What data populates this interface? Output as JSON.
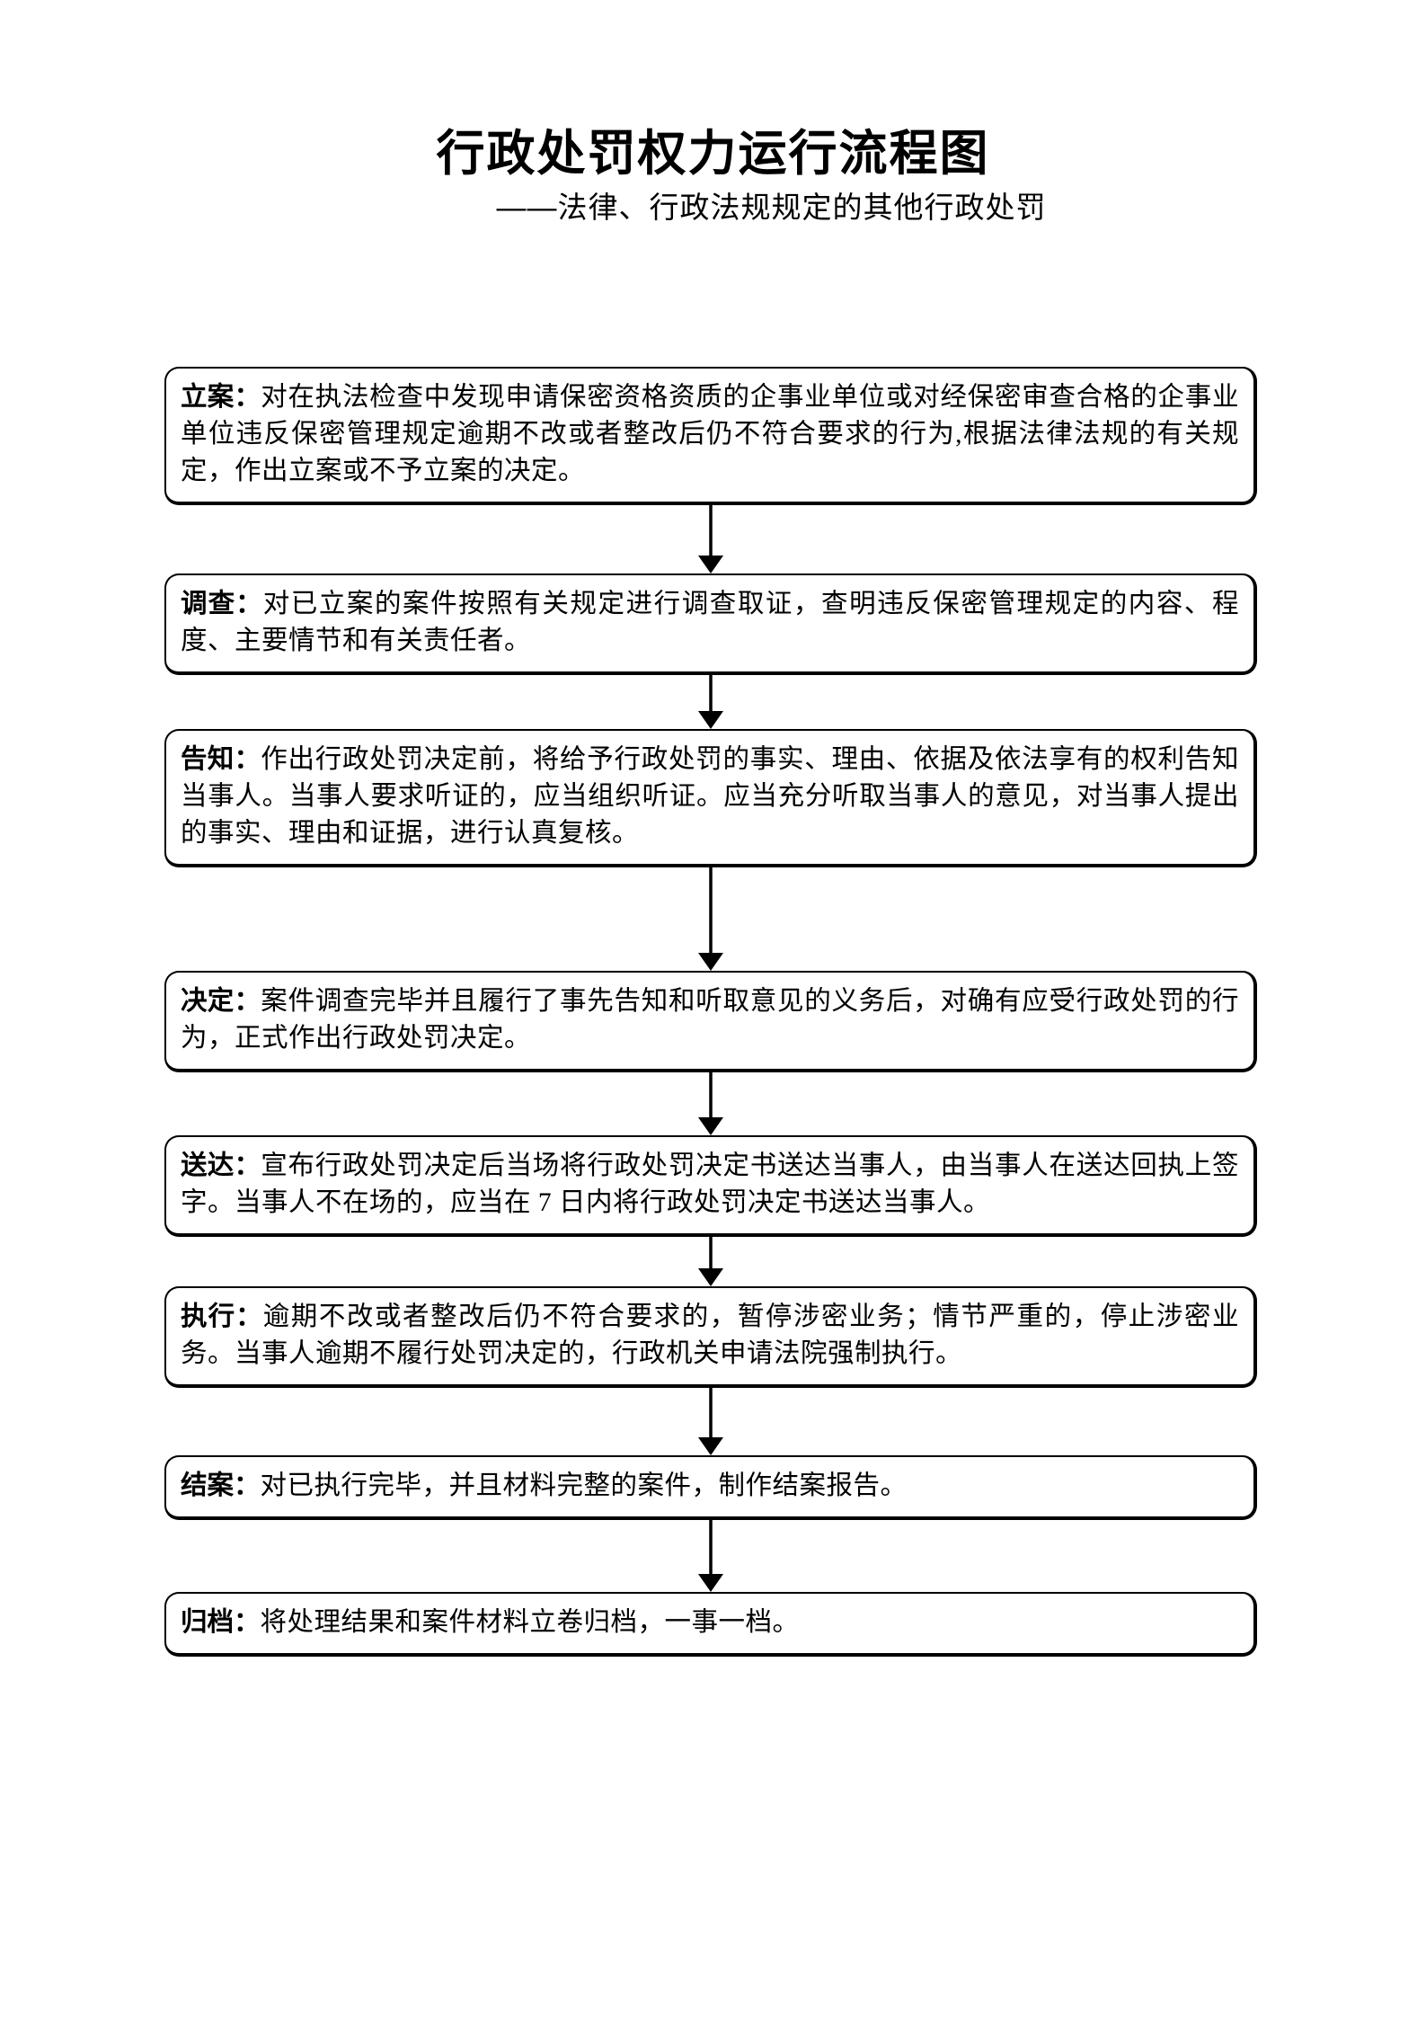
{
  "document": {
    "title": "行政处罚权力运行流程图",
    "subtitle": "——法律、行政法规规定的其他行政处罚"
  },
  "flow": {
    "orientation": "vertical",
    "arrow_color": "#000000",
    "box_border_color": "#000000",
    "background_color": "#ffffff",
    "steps": [
      {
        "label": "立案",
        "separator": "：",
        "body": "对在执法检查中发现申请保密资格资质的企事业单位或对经保密审查合格的企事业单位违反保密管理规定逾期不改或者整改后仍不符合要求的行为,根据法律法规的有关规定，作出立案或不予立案的决定。"
      },
      {
        "label": "调查",
        "separator": "：",
        "body": "对已立案的案件按照有关规定进行调查取证，查明违反保密管理规定的内容、程度、主要情节和有关责任者。"
      },
      {
        "label": "告知",
        "separator": "：",
        "body": "作出行政处罚决定前，将给予行政处罚的事实、理由、依据及依法享有的权利告知当事人。当事人要求听证的，应当组织听证。应当充分听取当事人的意见，对当事人提出的事实、理由和证据，进行认真复核。"
      },
      {
        "label": "决定",
        "separator": "：",
        "body": "案件调查完毕并且履行了事先告知和听取意见的义务后，对确有应受行政处罚的行为，正式作出行政处罚决定。"
      },
      {
        "label": "送达",
        "separator": "：",
        "body": "宣布行政处罚决定后当场将行政处罚决定书送达当事人，由当事人在送达回执上签字。当事人不在场的，应当在 7 日内将行政处罚决定书送达当事人。"
      },
      {
        "label": "执行",
        "separator": "：",
        "body": "逾期不改或者整改后仍不符合要求的，暂停涉密业务；情节严重的，停止涉密业务。当事人逾期不履行处罚决定的，行政机关申请法院强制执行。"
      },
      {
        "label": "结案",
        "separator": "：",
        "body": "对已执行完毕，并且材料完整的案件，制作结案报告。"
      },
      {
        "label": "归档",
        "separator": "：",
        "body": "将处理结果和案件材料立卷归档，一事一档。"
      }
    ]
  }
}
